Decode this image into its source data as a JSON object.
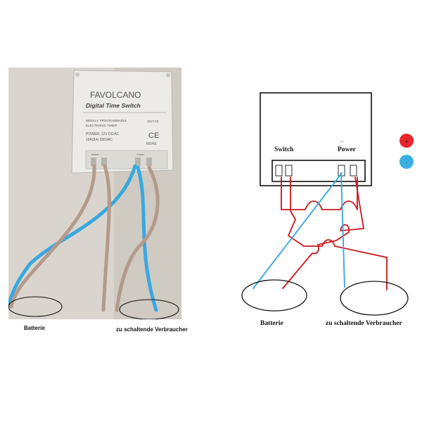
{
  "photo": {
    "device": {
      "brand": "FAVOLCANO",
      "product": "Digital Time Switch",
      "line1": "WEEKLY PROGRAMMABLE",
      "line2": "ELECTRONIC TIMER",
      "power": "POWER: 12V DC/AC",
      "rating": "16A(8A) 250VAC",
      "ce": "CE",
      "rohs": "ROHS",
      "date": "2017.03",
      "switch_label": "Switch",
      "power_label": "Power"
    },
    "captions": {
      "left": "Batterie",
      "right": "zu schaltende Verbraucher"
    }
  },
  "diagram": {
    "switch_label": "Switch",
    "power_label": "Power",
    "power_dash": "–",
    "captions": {
      "left": "Batterie",
      "right": "zu schaltende Verbraucher"
    },
    "legend": [
      {
        "symbol": "+",
        "color": "#e8262c"
      },
      {
        "symbol": "-",
        "color": "#3ab0e2"
      }
    ]
  },
  "colors": {
    "wire_blue": "#3aa8de",
    "wire_brown": "#b49a8a",
    "wire_red": "#c8171c",
    "box_outline": "#111111",
    "wall": "#d6d2ca"
  }
}
